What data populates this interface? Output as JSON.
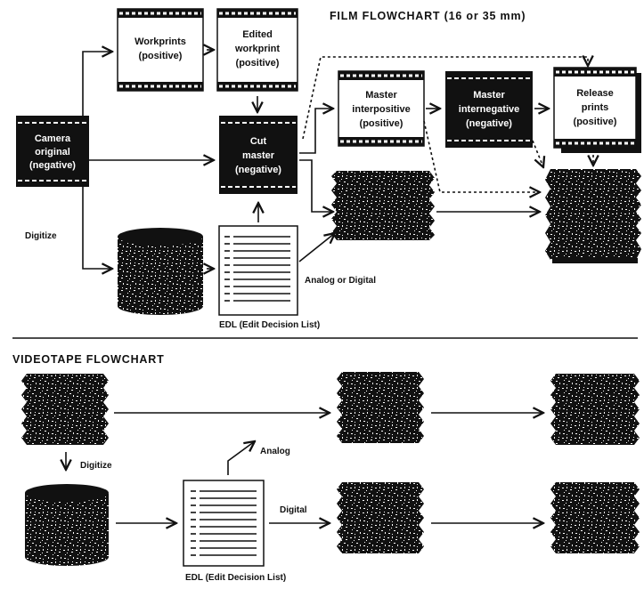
{
  "film": {
    "title": "FILM FLOWCHART (16 or 35 mm)",
    "camera_original": [
      "Camera",
      "original",
      "(negative)"
    ],
    "workprints": [
      "Workprints",
      "(positive)"
    ],
    "edited_workprint": [
      "Edited",
      "workprint",
      "(positive)"
    ],
    "cut_master": [
      "Cut",
      "master",
      "(negative)"
    ],
    "master_interpositive": [
      "Master",
      "interpositive",
      "(positive)"
    ],
    "master_internegative": [
      "Master",
      "internegative",
      "(negative)"
    ],
    "release_prints": [
      "Release",
      "prints",
      "(positive)"
    ],
    "digitize": "Digitize",
    "analog_or_digital": "Analog or Digital",
    "edl": "EDL (Edit Decision List)"
  },
  "videotape": {
    "title": "VIDEOTAPE FLOWCHART",
    "digitize": "Digitize",
    "analog": "Analog",
    "digital": "Digital",
    "edl": "EDL (Edit Decision List)"
  }
}
